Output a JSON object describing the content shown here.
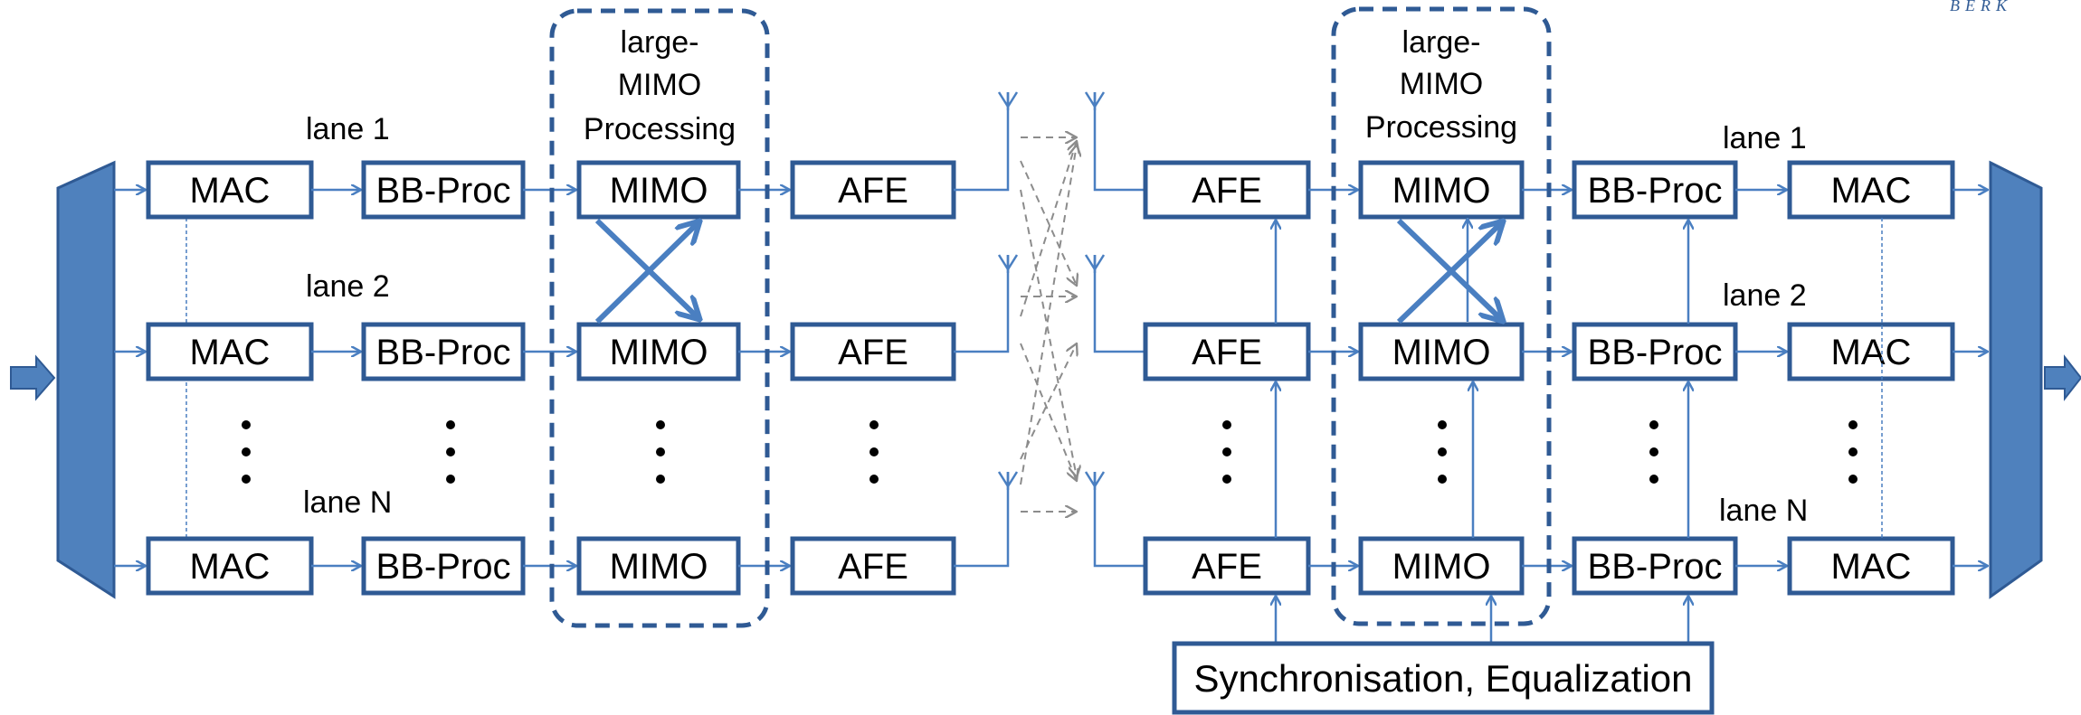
{
  "labels": {
    "mac": "MAC",
    "bbproc": "BB-Proc",
    "mimo": "MIMO",
    "afe": "AFE",
    "lane1": "lane 1",
    "lane2": "lane 2",
    "laneN": "lane N",
    "group_line1": "large-",
    "group_line2": "MIMO",
    "group_line3": "Processing",
    "sync": "Synchronisation, Equalization",
    "logo_fragment": "BERK"
  },
  "colors": {
    "block_stroke": "#2f5a94",
    "wire": "#4a7fc1",
    "mux_fill": "#4f81bd",
    "channel": "#8c8c8c"
  }
}
